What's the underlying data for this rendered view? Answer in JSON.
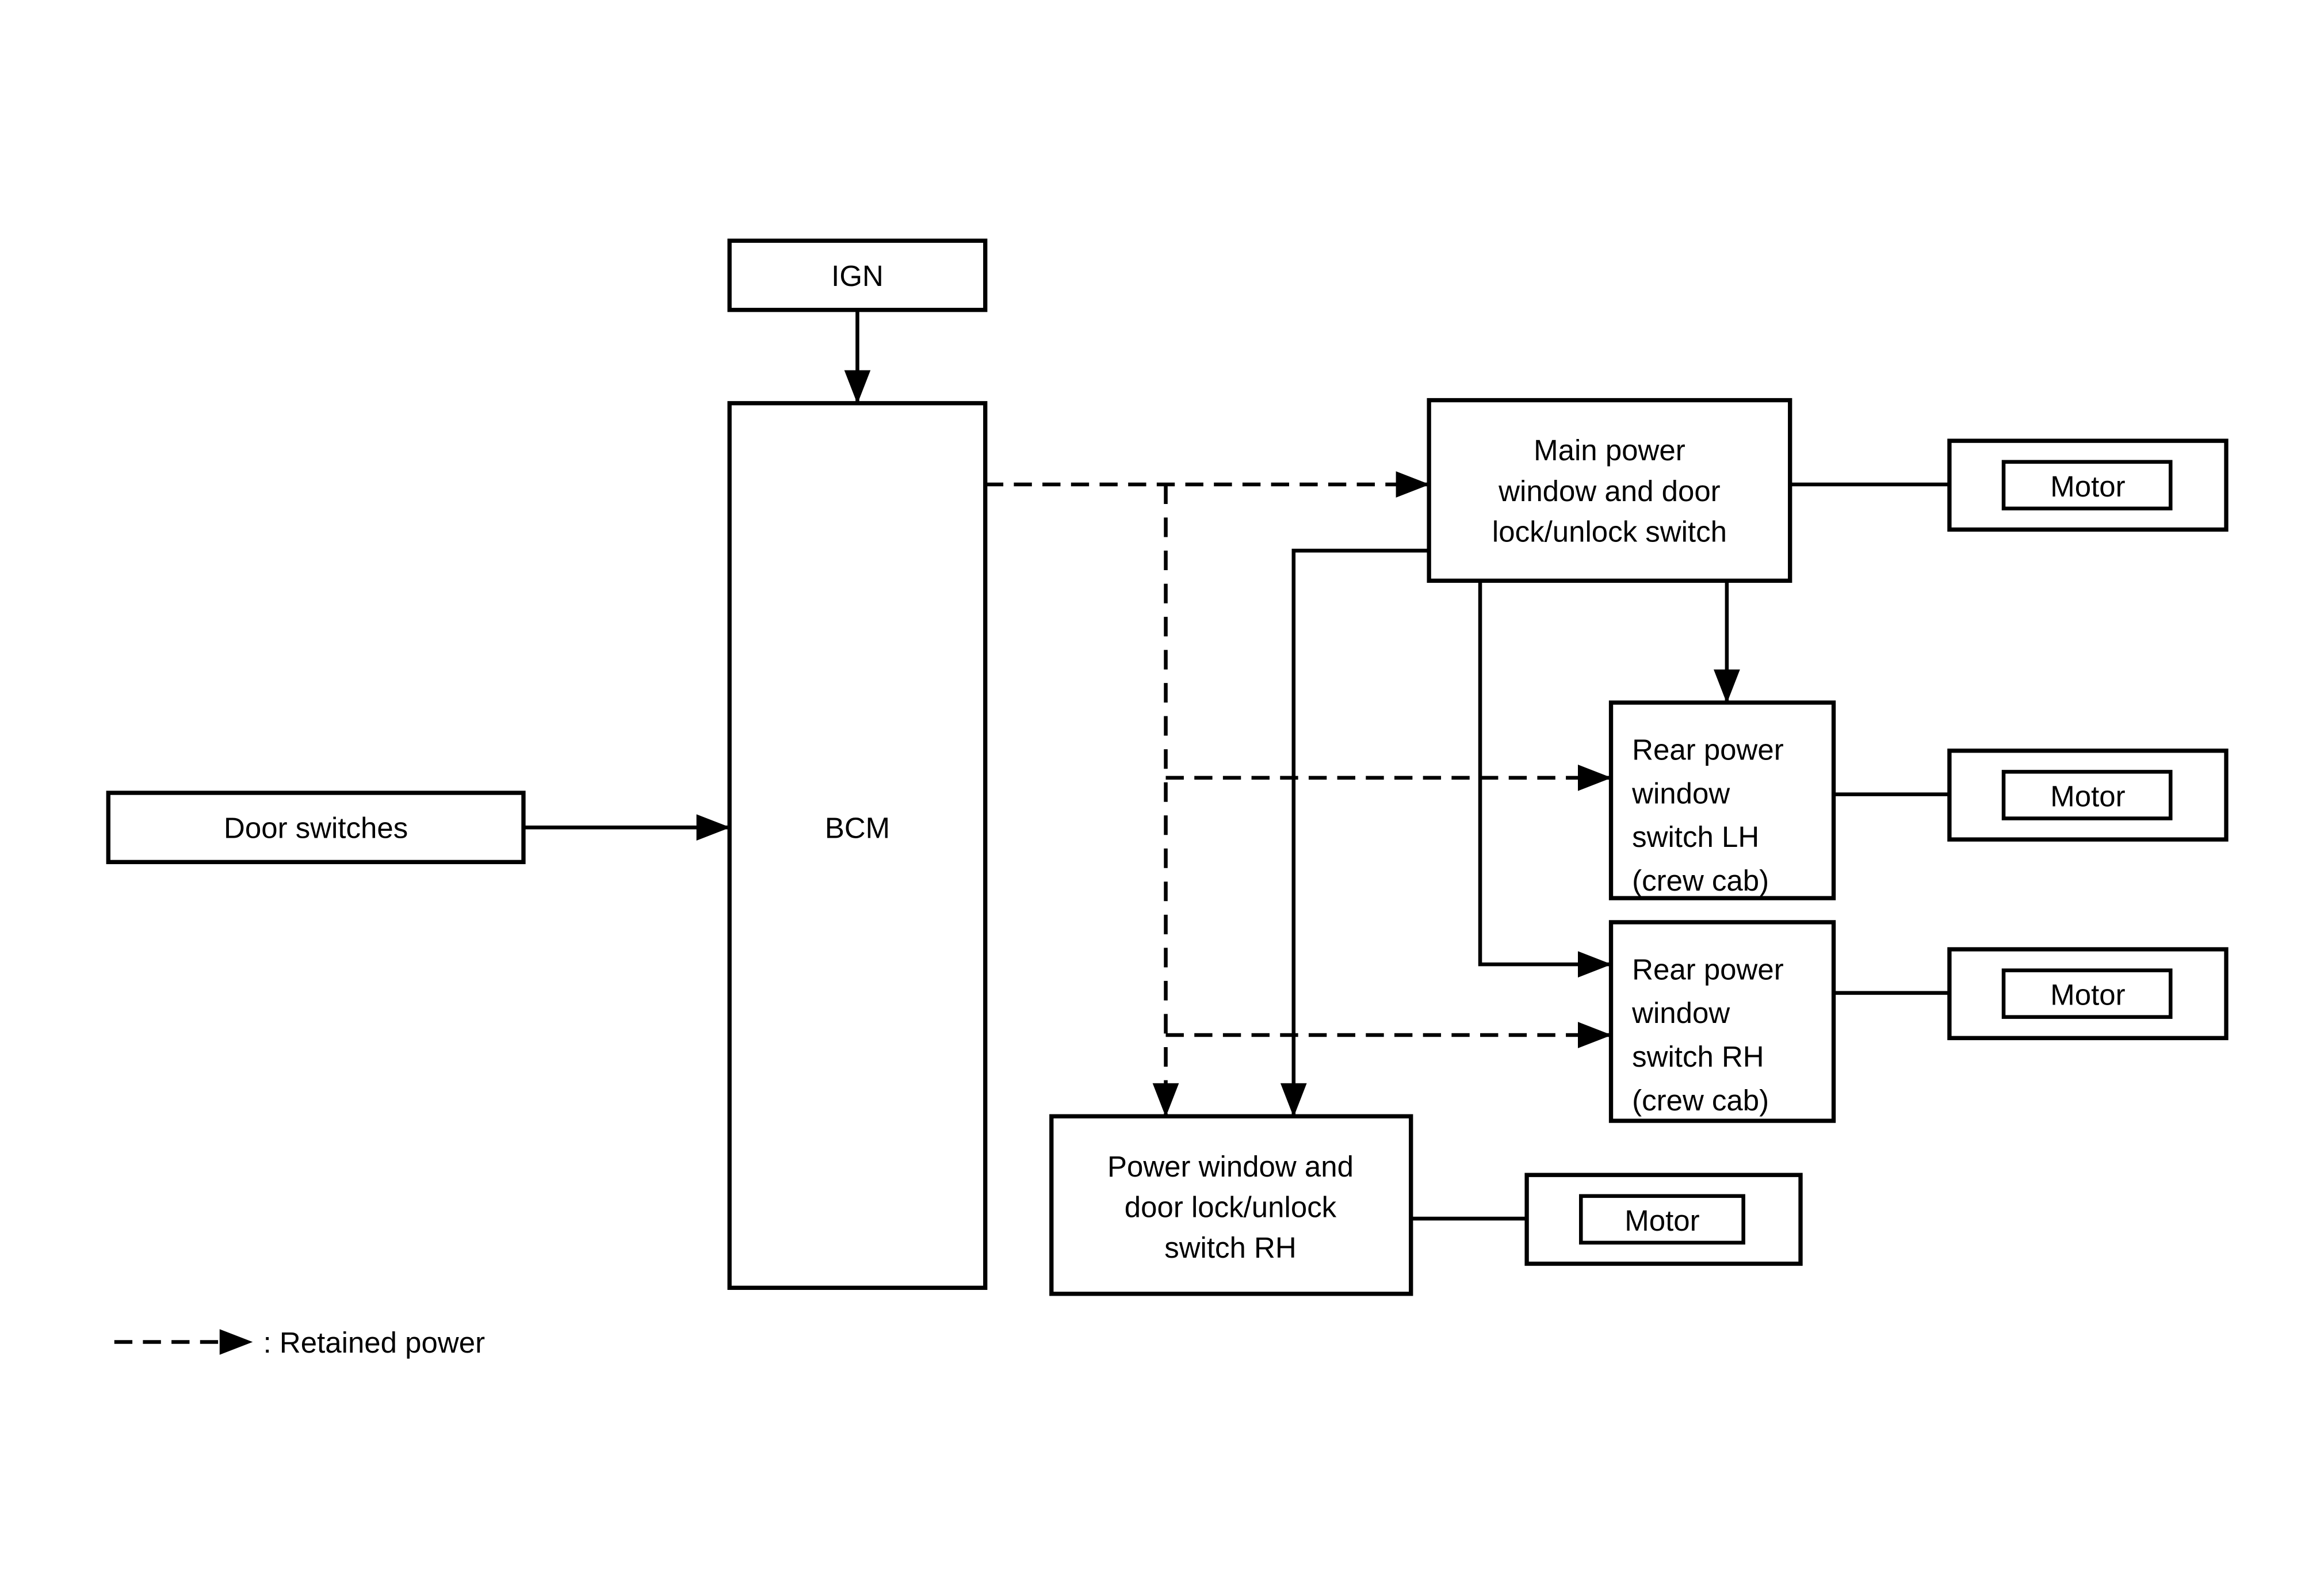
{
  "page": {
    "background": "#ffffff",
    "line_color": "#000000",
    "diagram_type": "block-diagram"
  },
  "nodes": {
    "ign": {
      "label": "IGN"
    },
    "bcm": {
      "label": "BCM"
    },
    "door_switches": {
      "label": "Door switches"
    },
    "main_switch": {
      "lines": [
        "Main power",
        "window and door",
        "lock/unlock switch"
      ]
    },
    "rear_lh_switch": {
      "lines": [
        "Rear power",
        "window",
        "switch LH",
        "(crew cab)"
      ]
    },
    "rear_rh_switch": {
      "lines": [
        "Rear power",
        "window",
        "switch RH",
        "(crew cab)"
      ]
    },
    "rh_switch": {
      "lines": [
        "Power window and",
        "door lock/unlock",
        "switch RH"
      ]
    },
    "motor_main": {
      "label": "Motor"
    },
    "motor_rear_lh": {
      "label": "Motor"
    },
    "motor_rear_rh": {
      "label": "Motor"
    },
    "motor_rh": {
      "label": "Motor"
    }
  },
  "legend": {
    "label": ": Retained power",
    "line_style": "dashed-arrow"
  }
}
